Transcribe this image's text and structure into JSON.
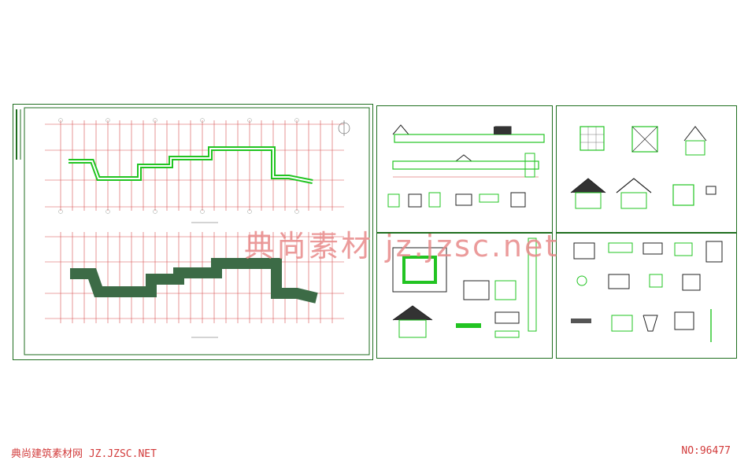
{
  "watermark": {
    "text": "典尚素材  jz.jzsc.net"
  },
  "footer": {
    "site": "典尚建筑素材网 JZ.JZSC.NET",
    "number": "NO:96477"
  },
  "colors": {
    "frame": "#1f6e1f",
    "line_green": "#22c422",
    "line_red": "#d23b3b",
    "fill_dark": "#3c6b46",
    "watermark": "#e88a8a"
  }
}
